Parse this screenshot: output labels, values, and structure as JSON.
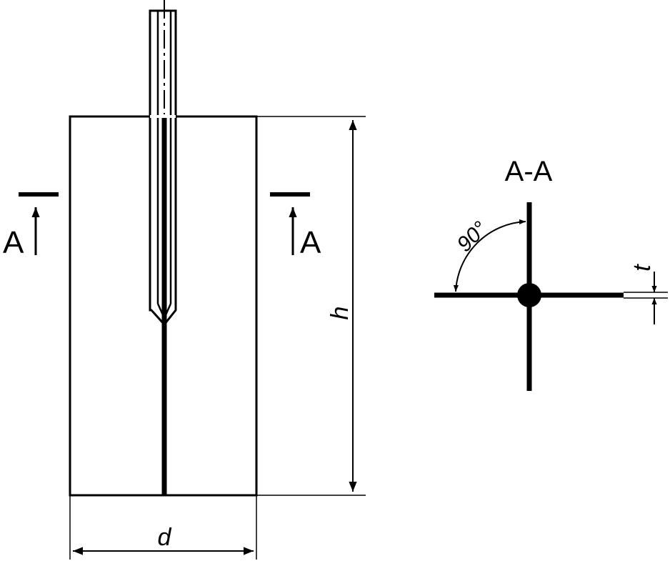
{
  "section_marks": {
    "left": "A",
    "right": "A"
  },
  "section_view": {
    "title": "A-A",
    "angle_label": "90°",
    "thickness_label": "t"
  },
  "dimensions": {
    "height_label": "h",
    "diameter_label": "d"
  },
  "colors": {
    "ink": "#000000",
    "background": "#ffffff"
  }
}
